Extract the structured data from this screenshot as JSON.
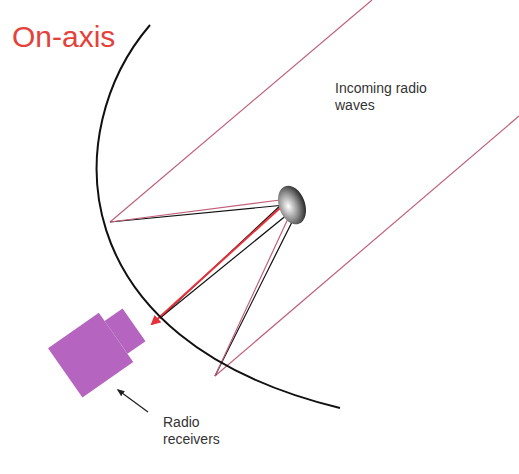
{
  "diagram": {
    "title": "On-axis",
    "labels": [
      "Incoming radio waves",
      "Radio receivers"
    ]
  }
}
